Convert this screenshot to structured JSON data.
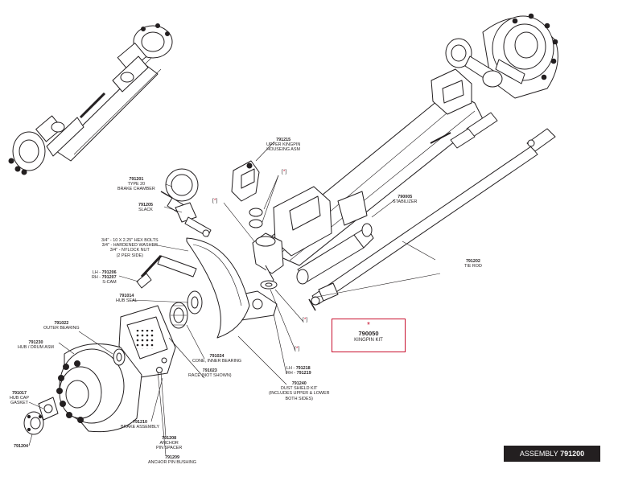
{
  "kingpin_kit": {
    "star": "*",
    "number": "790050",
    "name": "KINGPIN KIT"
  },
  "assembly": {
    "label": "ASSEMBLY",
    "number": "791200"
  },
  "callouts": {
    "c791215": {
      "number": "791215",
      "lines": [
        "UPPER KINGPIN",
        "HOUSEING ASM"
      ]
    },
    "c791201": {
      "number": "791201",
      "lines": [
        "TYPE 20",
        "BRAKE CHAMBER"
      ]
    },
    "c791205": {
      "number": "791205",
      "lines": [
        "SLACK"
      ]
    },
    "c790005": {
      "number": "790005",
      "lines": [
        "STABILIZER"
      ]
    },
    "bolts": {
      "lines": [
        "3/4\" - 10 X 2.25\" HEX BOLTS",
        "3/4\" - HARDENED WASHER",
        "3/4\" - NYLOCK NUT",
        "(2 PER SIDE)"
      ]
    },
    "scam": {
      "lh_prefix": "LH -",
      "lh": "791206",
      "rh_prefix": "RH -",
      "rh": "791207",
      "name": "S-CAM"
    },
    "c791202": {
      "number": "791202",
      "lines": [
        "TIE ROD"
      ]
    },
    "c791014": {
      "number": "791014",
      "lines": [
        "HUB SEAL"
      ]
    },
    "c791022": {
      "number": "791022",
      "lines": [
        "OUTER BEARING"
      ]
    },
    "c791230": {
      "number": "791230",
      "lines": [
        "HUB / DRUM ASM"
      ]
    },
    "c791024": {
      "number": "791024",
      "lines": [
        "CONE, INNER BEARING"
      ]
    },
    "c791023": {
      "number": "791023",
      "lines": [
        "RACE (NOT SHOWN)"
      ]
    },
    "dust": {
      "lh_prefix": "LH -",
      "lh": "791218",
      "rh_prefix": "RH -",
      "rh": "791219"
    },
    "c791240": {
      "number": "791240",
      "lines": [
        "DUST SHIELD KIT",
        "(INCLUDES UPPER & LOWER",
        "BOTH SIDES)"
      ]
    },
    "c791017": {
      "number": "791017",
      "lines": [
        "HUB CAP",
        "GASKET"
      ]
    },
    "c791210": {
      "number": "791210",
      "lines": [
        "BRAKE ASSEMBLY"
      ]
    },
    "c791208": {
      "number": "791208",
      "lines": [
        "ANCHOR",
        "PIN SPACER"
      ]
    },
    "c791209": {
      "number": "791209",
      "lines": [
        "ANCHOR PIN BUSHING"
      ]
    },
    "c791204": {
      "number": "791204",
      "lines": []
    }
  },
  "asterisk_marks": [
    "[",
    "*",
    "]"
  ]
}
